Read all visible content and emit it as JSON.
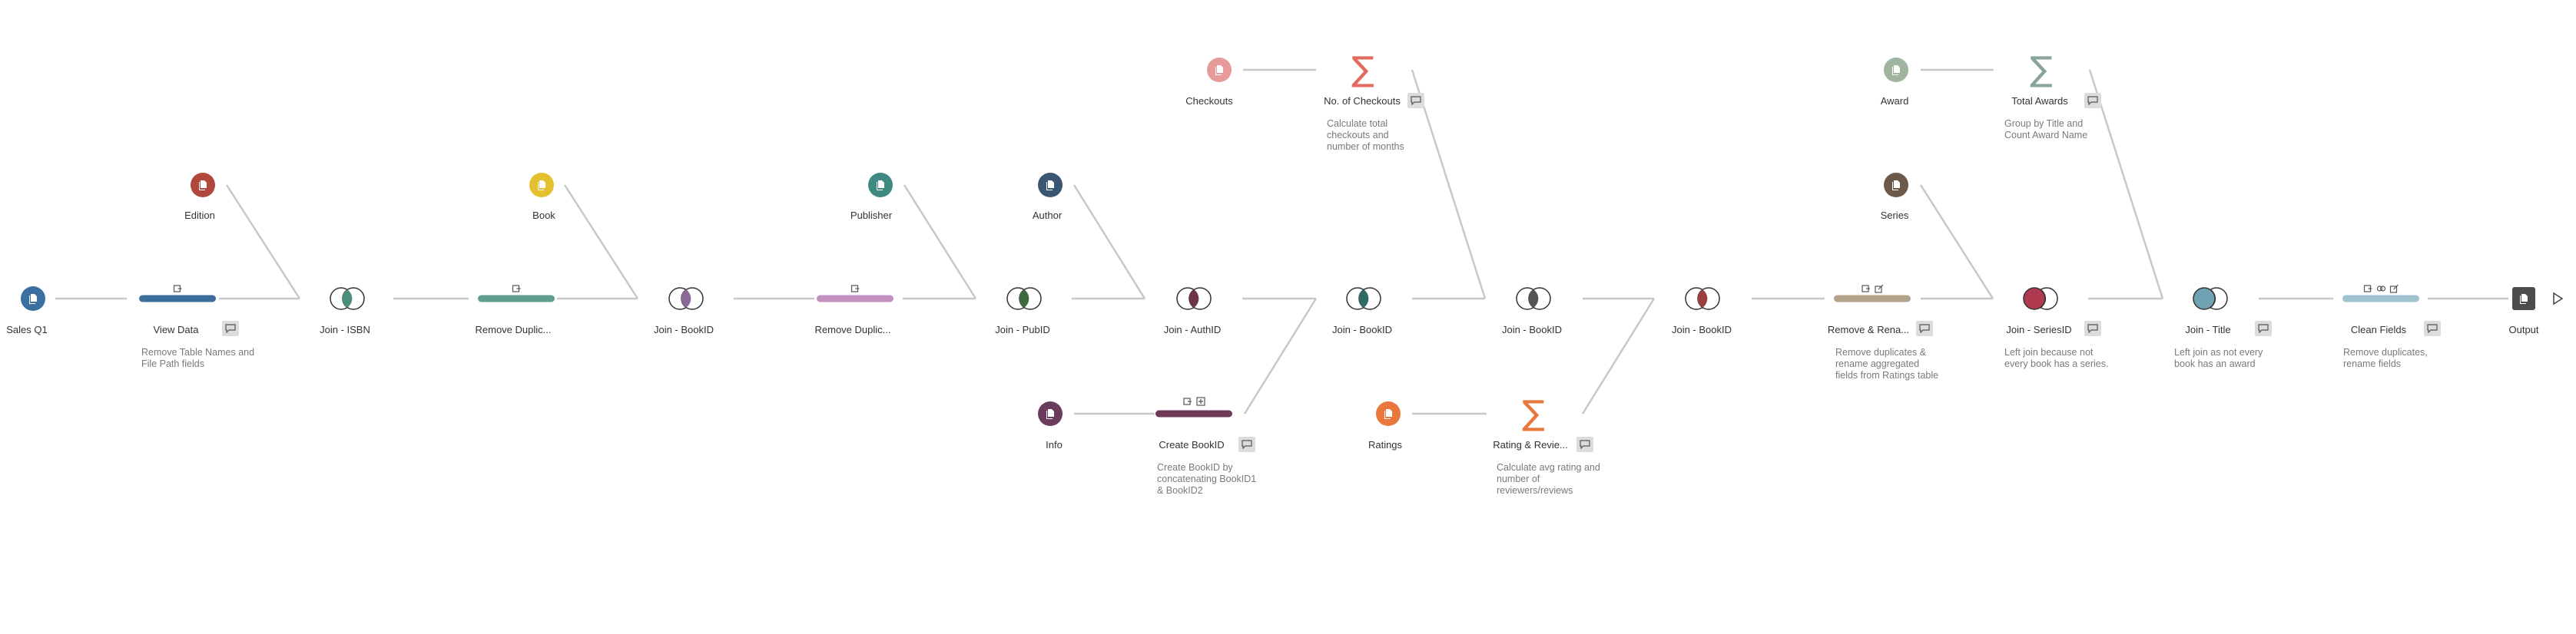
{
  "nodes": {
    "sales_q1": {
      "label": "Sales Q1",
      "color": "#3b6fa0"
    },
    "edition": {
      "label": "Edition",
      "color": "#b0493c"
    },
    "view_data": {
      "label": "View Data",
      "color": "#3d6e9b",
      "note": "Remove Table Names and File Path fields"
    },
    "join_isbn": {
      "label": "Join - ISBN",
      "color": "#4c8e7c"
    },
    "book": {
      "label": "Book",
      "color": "#e5c02e"
    },
    "remove_dup_1": {
      "label": "Remove Duplic...",
      "color": "#5f9e8e"
    },
    "join_bookid_1": {
      "label": "Join - BookID",
      "color": "#8b6a9b"
    },
    "publisher": {
      "label": "Publisher",
      "color": "#3e8a82"
    },
    "remove_dup_2": {
      "label": "Remove Duplic...",
      "color": "#c28fbf"
    },
    "join_pubid": {
      "label": "Join - PubID",
      "color": "#3f6a3f"
    },
    "author": {
      "label": "Author",
      "color": "#3b5670"
    },
    "join_authid": {
      "label": "Join - AuthID",
      "color": "#6e3545"
    },
    "info": {
      "label": "Info",
      "color": "#6b3b5e"
    },
    "create_bookid": {
      "label": "Create BookID",
      "color": "#6e3a58",
      "note": "Create BookID by concatenating BookID1 & BookID2"
    },
    "checkouts": {
      "label": "Checkouts",
      "color": "#e79a9a"
    },
    "no_checkouts": {
      "label": "No. of Checkouts",
      "color": "#e06b5e",
      "note": "Calculate total checkouts and number of months"
    },
    "join_bookid_2": {
      "label": "Join - BookID",
      "color": "#2e6a66"
    },
    "ratings": {
      "label": "Ratings",
      "color": "#e8783d"
    },
    "rating_reviews": {
      "label": "Rating & Revie...",
      "color": "#e8783d",
      "note": "Calculate avg rating and number of reviewers/reviews"
    },
    "join_bookid_3": {
      "label": "Join - BookID",
      "color": "#555555"
    },
    "join_bookid_4": {
      "label": "Join - BookID",
      "color": "#9b4040"
    },
    "remove_rename": {
      "label": "Remove & Rena...",
      "color": "#b3a38a",
      "note": "Remove duplicates & rename aggregated fields from Ratings table"
    },
    "award": {
      "label": "Award",
      "color": "#9fb59f"
    },
    "total_awards": {
      "label": "Total Awards",
      "color": "#8aa39b",
      "note": "Group by Title and Count Award Name"
    },
    "series": {
      "label": "Series",
      "color": "#6b5a4a"
    },
    "join_seriesid": {
      "label": "Join - SeriesID",
      "color": "#b03a50",
      "note": "Left join because not every book has a series."
    },
    "join_title": {
      "label": "Join - Title",
      "color": "#6fa3b3",
      "note": "Left join as not every book has an award"
    },
    "clean_fields": {
      "label": "Clean Fields",
      "color": "#9fc4cf",
      "note": "Remove duplicates, rename fields"
    },
    "output": {
      "label": "Output",
      "color": "#4c4c4c"
    }
  }
}
